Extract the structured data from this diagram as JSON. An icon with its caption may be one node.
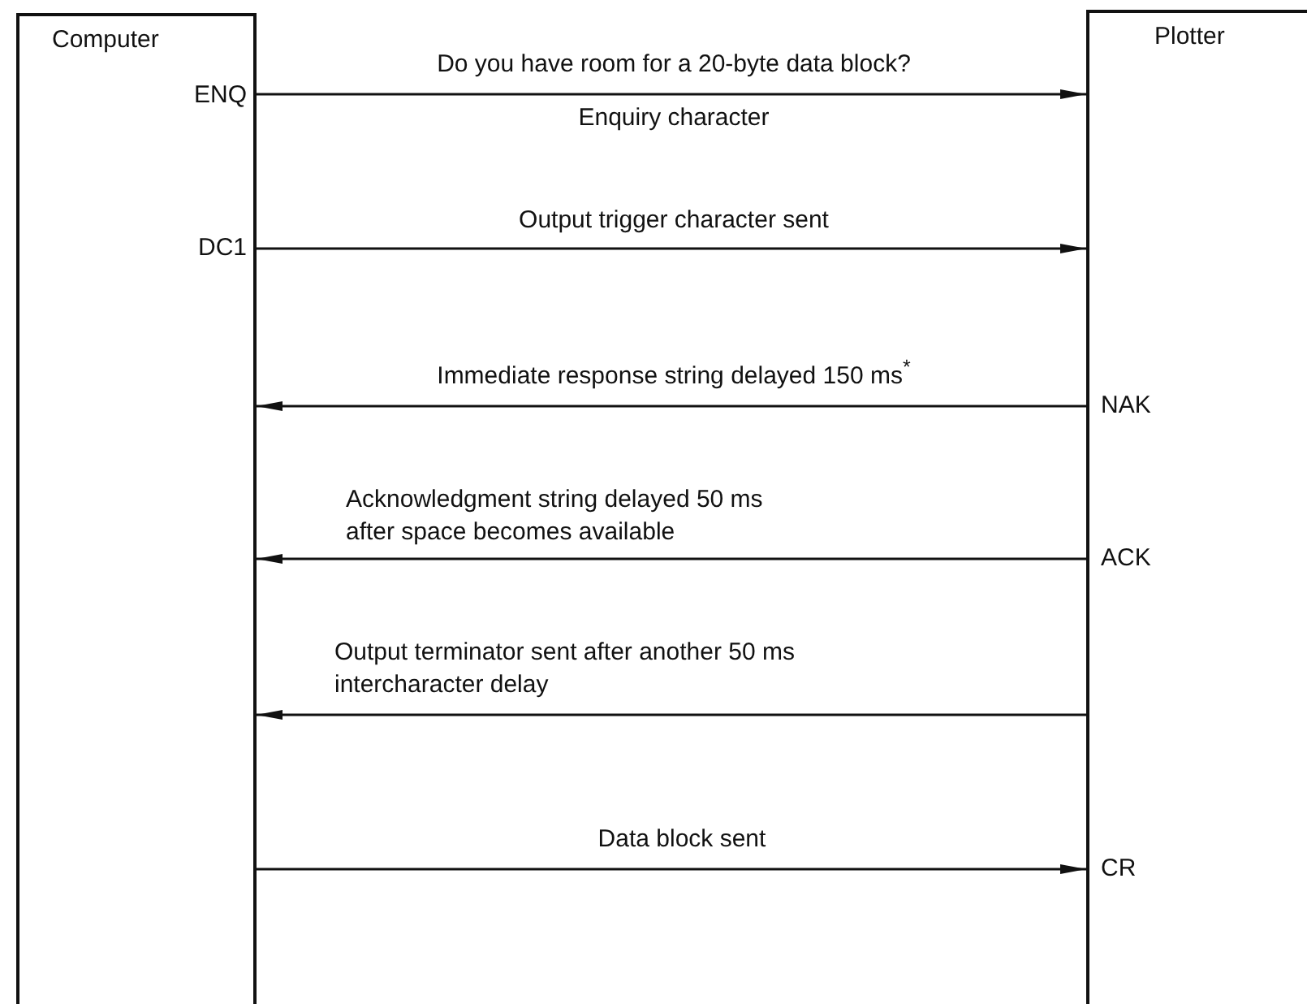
{
  "diagram": {
    "nodes": [
      {
        "text": [
          "Computer"
        ]
      },
      {
        "text": [
          "Plotter"
        ]
      }
    ],
    "edges": [
      {
        "from": 0,
        "to": 1,
        "arrow": "to",
        "label": "Do you have room for a 20-byte data block?"
      },
      {
        "from": 0,
        "to": 1,
        "arrow": "to",
        "label": "Output trigger character sent"
      },
      {
        "from": 1,
        "to": 0,
        "arrow": "to",
        "label": "Immediate response string delayed 150 ms$^{*}$"
      },
      {
        "from": 1,
        "to": 0,
        "arrow": "to",
        "label": "Acknowledgment string delayed 50 ms after space becomes available"
      },
      {
        "from": 1,
        "to": 0,
        "arrow": "to",
        "label": "Output terminator sent after another 50 ms intercharacter delay"
      },
      {
        "from": 0,
        "to": 1,
        "arrow": "to",
        "label": "Data block sent"
      }
    ],
    "labels": [
      "ENQ",
      "Enquiry character",
      "DC1",
      "NAK",
      "ACK",
      "CR"
    ]
  }
}
